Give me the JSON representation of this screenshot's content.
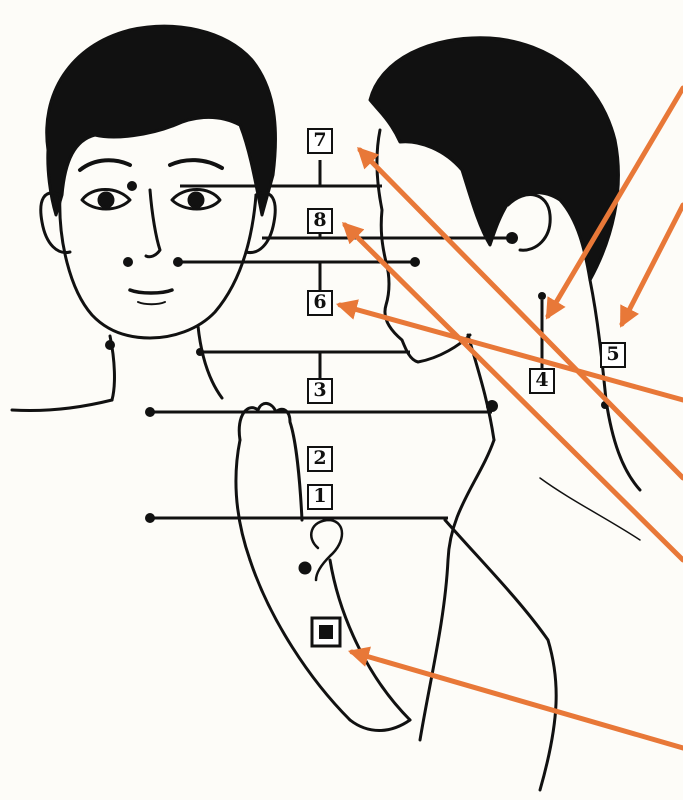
{
  "labels": {
    "n1": "1",
    "n2": "2",
    "n3": "3",
    "n4": "4",
    "n5": "5",
    "n6": "6",
    "n7": "7",
    "n8": "8"
  },
  "colors": {
    "ink": "#111111",
    "arrow": "#e87838",
    "paper": "#fdfcf8"
  }
}
